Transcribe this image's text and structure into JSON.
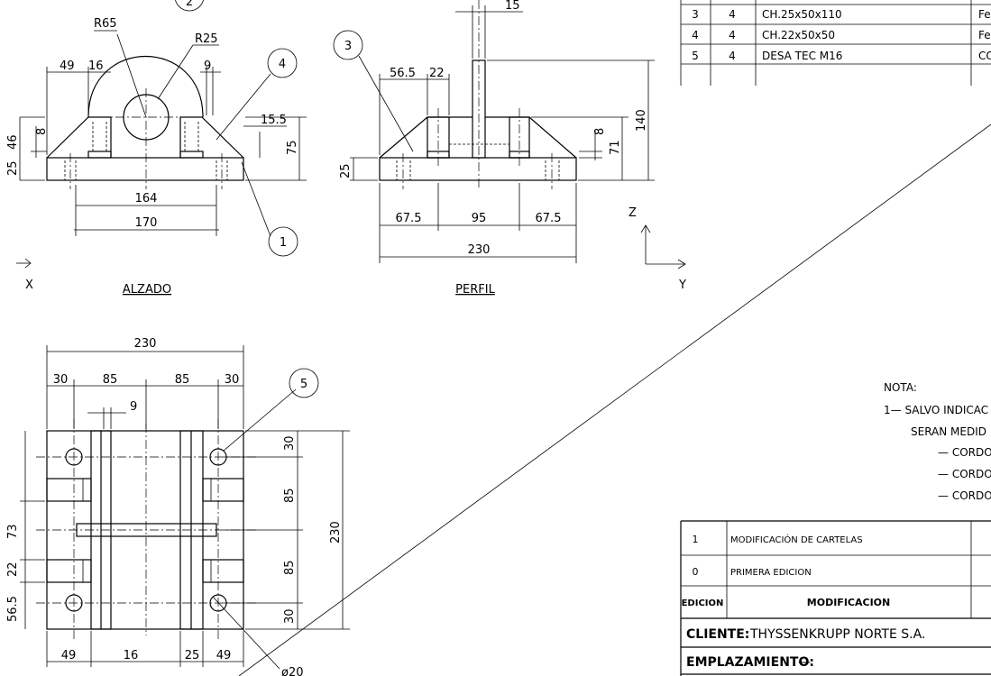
{
  "bom_rows": [
    {
      "mark": "3",
      "qty": "4",
      "desc": "CH.25x50x110",
      "mat": "Fe"
    },
    {
      "mark": "4",
      "qty": "4",
      "desc": "CH.22x50x50",
      "mat": "Fe"
    },
    {
      "mark": "5",
      "qty": "4",
      "desc": "DESA TEC M16",
      "mat": "CO"
    }
  ],
  "views": {
    "front": "ALZADO",
    "side": "PERFIL"
  },
  "axes": {
    "x": "X",
    "y": "Y",
    "z": "Z"
  },
  "callouts": {
    "c1": "1",
    "c2": "2",
    "c3": "3",
    "c4": "4",
    "c5": "5"
  },
  "front_dims": {
    "r65": "R65",
    "r25": "R25",
    "d49": "49",
    "d16": "16",
    "d9": "9",
    "d15_5": "15.5",
    "d75": "75",
    "d46": "46",
    "d8": "8",
    "d25": "25",
    "d164": "164",
    "d170": "170"
  },
  "side_dims": {
    "d15": "15",
    "d56_5": "56.5",
    "d22": "22",
    "d140": "140",
    "d8": "8",
    "d71": "71",
    "d25": "25",
    "d67_5a": "67.5",
    "d95": "95",
    "d67_5b": "67.5",
    "d230": "230"
  },
  "plan_dims": {
    "d230top": "230",
    "d30a": "30",
    "d85a": "85",
    "d85b": "85",
    "d30b": "30",
    "d9": "9",
    "r30a": "30",
    "r85a": "85",
    "r85b": "85",
    "r30b": "30",
    "d230right": "230",
    "l73": "73",
    "l22": "22",
    "l56_5": "56.5",
    "b49a": "49",
    "b16": "16",
    "b25": "25",
    "b49b": "49",
    "phi20": "ø20"
  },
  "notes": {
    "title": "NOTA:",
    "line1": "1— SALVO INDICAC",
    "line2": "SERAN MEDID",
    "items": [
      "— CORDO",
      "— CORDO",
      "— CORDO"
    ]
  },
  "revisions": [
    {
      "ed": "1",
      "mod": "MODIFICACIÓN DE CARTELAS"
    },
    {
      "ed": "0",
      "mod": "PRIMERA EDICION"
    }
  ],
  "rev_header": {
    "ed": "EDICION",
    "mod": "MODIFICACION"
  },
  "client": {
    "label": "CLIENTE:",
    "value": "THYSSENKRUPP NORTE S.A."
  },
  "location": {
    "label": "EMPLAZAMIENTO:",
    "value": "—"
  }
}
